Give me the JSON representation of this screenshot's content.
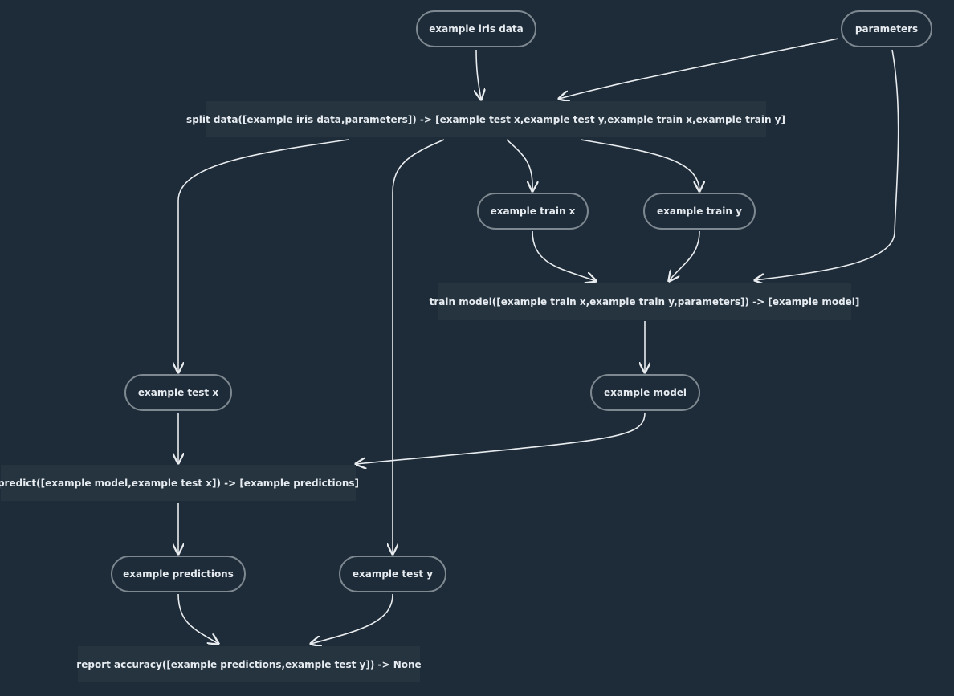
{
  "diagram": {
    "colors": {
      "background": "#1e2b38",
      "op_box": "#263440",
      "pill_border": "#7d8890",
      "edge": "#e8ecef",
      "text": "#e6ebf0"
    },
    "nodes": {
      "iris": {
        "label": "example iris data"
      },
      "params": {
        "label": "parameters"
      },
      "split": {
        "label": "split data([example iris data,parameters]) -> [example test x,example test y,example train x,example train y]"
      },
      "trainx": {
        "label": "example train x"
      },
      "trainy": {
        "label": "example train y"
      },
      "train": {
        "label": "train model([example train x,example train y,parameters]) -> [example model]"
      },
      "testx": {
        "label": "example test x"
      },
      "model": {
        "label": "example model"
      },
      "predict": {
        "label": "predict([example model,example test x]) -> [example predictions]"
      },
      "preds": {
        "label": "example predictions"
      },
      "testy": {
        "label": "example test y"
      },
      "report": {
        "label": "report accuracy([example predictions,example test y]) -> None"
      }
    },
    "edges": [
      {
        "from": "iris",
        "to": "split"
      },
      {
        "from": "params",
        "to": "split"
      },
      {
        "from": "params",
        "to": "train"
      },
      {
        "from": "split",
        "to": "testx"
      },
      {
        "from": "split",
        "to": "testy"
      },
      {
        "from": "split",
        "to": "trainx"
      },
      {
        "from": "split",
        "to": "trainy"
      },
      {
        "from": "trainx",
        "to": "train"
      },
      {
        "from": "trainy",
        "to": "train"
      },
      {
        "from": "train",
        "to": "model"
      },
      {
        "from": "testx",
        "to": "predict"
      },
      {
        "from": "model",
        "to": "predict"
      },
      {
        "from": "predict",
        "to": "preds"
      },
      {
        "from": "testy",
        "to": "report"
      },
      {
        "from": "preds",
        "to": "report"
      }
    ]
  }
}
